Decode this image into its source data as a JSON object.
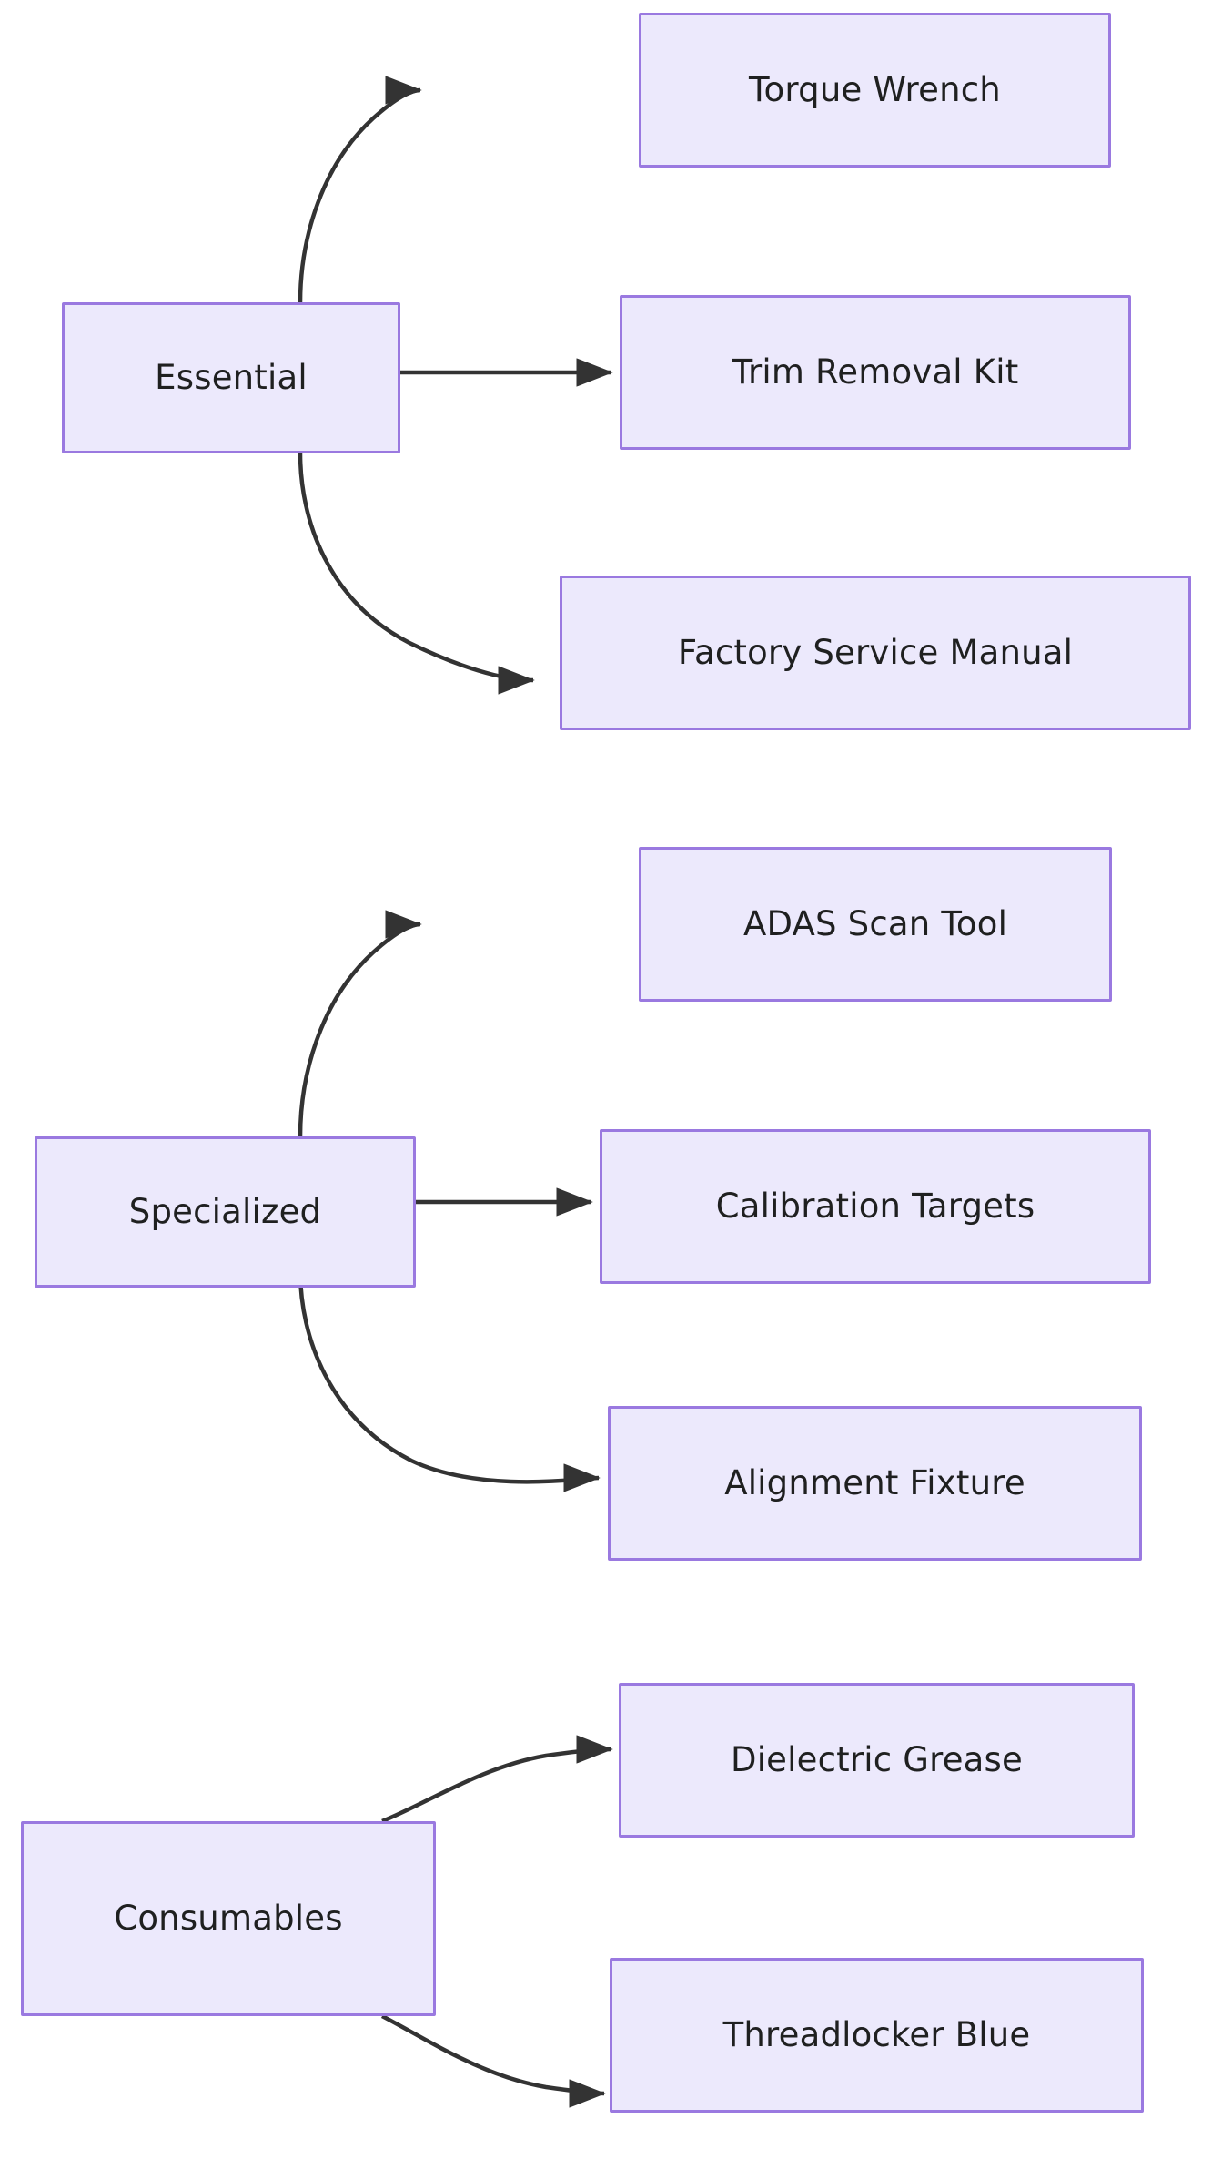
{
  "diagram": {
    "type": "flowchart",
    "direction": "left-to-right",
    "background_color": "#ffffff",
    "node_fill_color": "#ece9fc",
    "node_border_color": "#9a79e0",
    "node_text_color": "#1f2020",
    "edge_color": "#333333",
    "groups": [
      {
        "id": "essential",
        "parent": {
          "id": "essential",
          "label": "Essential"
        },
        "children": [
          {
            "id": "torque-wrench",
            "label": "Torque Wrench"
          },
          {
            "id": "trim-removal-kit",
            "label": "Trim Removal Kit"
          },
          {
            "id": "factory-service-manual",
            "label": "Factory Service Manual"
          }
        ]
      },
      {
        "id": "specialized",
        "parent": {
          "id": "specialized",
          "label": "Specialized"
        },
        "children": [
          {
            "id": "adas-scan-tool",
            "label": "ADAS Scan Tool"
          },
          {
            "id": "calibration-targets",
            "label": "Calibration Targets"
          },
          {
            "id": "alignment-fixture",
            "label": "Alignment Fixture"
          }
        ]
      },
      {
        "id": "consumables",
        "parent": {
          "id": "consumables",
          "label": "Consumables"
        },
        "children": [
          {
            "id": "dielectric-grease",
            "label": "Dielectric Grease"
          },
          {
            "id": "threadlocker-blue",
            "label": "Threadlocker Blue"
          }
        ]
      }
    ],
    "nodes": {
      "essential": {
        "label": "Essential"
      },
      "torque_wrench": {
        "label": "Torque Wrench"
      },
      "trim_removal_kit": {
        "label": "Trim Removal Kit"
      },
      "factory_service_manual": {
        "label": "Factory Service Manual"
      },
      "specialized": {
        "label": "Specialized"
      },
      "adas_scan_tool": {
        "label": "ADAS Scan Tool"
      },
      "calibration_targets": {
        "label": "Calibration Targets"
      },
      "alignment_fixture": {
        "label": "Alignment Fixture"
      },
      "consumables": {
        "label": "Consumables"
      },
      "dielectric_grease": {
        "label": "Dielectric Grease"
      },
      "threadlocker_blue": {
        "label": "Threadlocker Blue"
      }
    },
    "edges": [
      {
        "from": "Essential",
        "to": "Torque Wrench"
      },
      {
        "from": "Essential",
        "to": "Trim Removal Kit"
      },
      {
        "from": "Essential",
        "to": "Factory Service Manual"
      },
      {
        "from": "Specialized",
        "to": "ADAS Scan Tool"
      },
      {
        "from": "Specialized",
        "to": "Calibration Targets"
      },
      {
        "from": "Specialized",
        "to": "Alignment Fixture"
      },
      {
        "from": "Consumables",
        "to": "Dielectric Grease"
      },
      {
        "from": "Consumables",
        "to": "Threadlocker Blue"
      }
    ]
  }
}
